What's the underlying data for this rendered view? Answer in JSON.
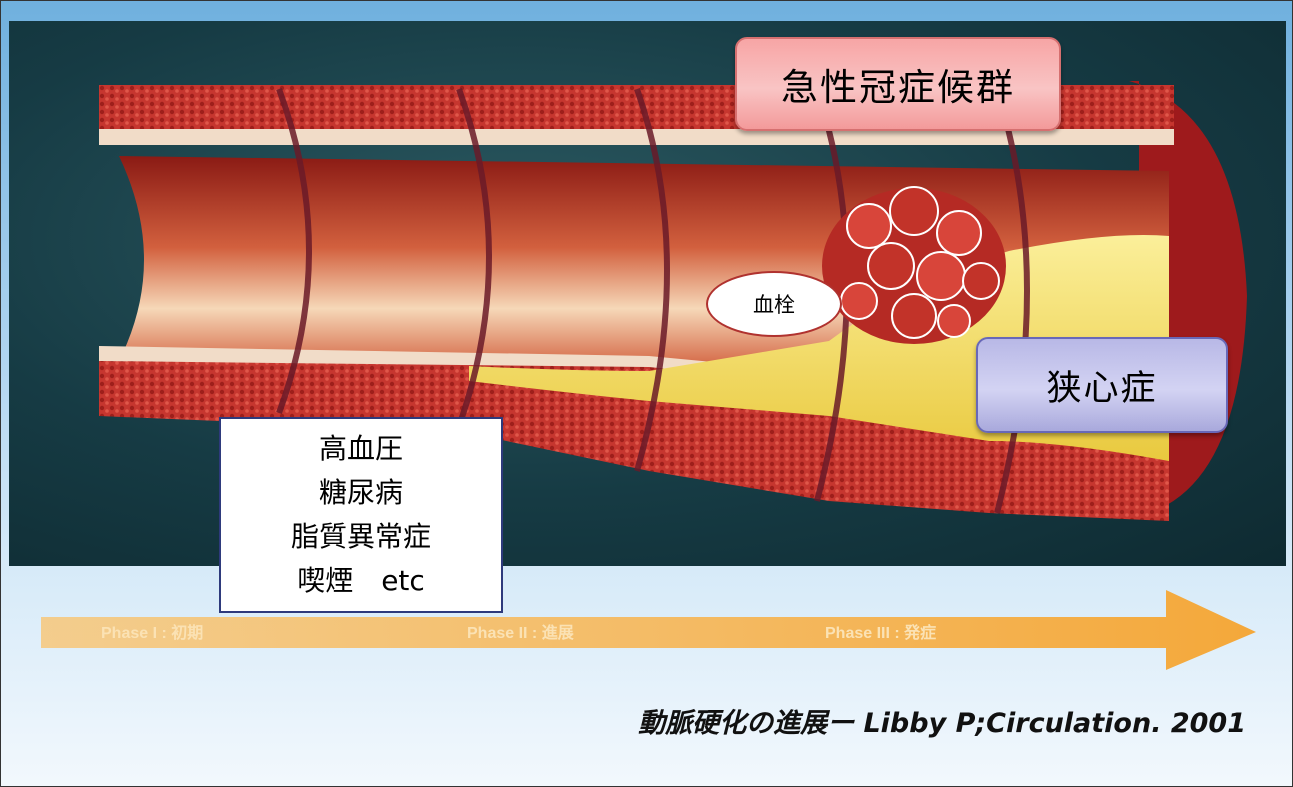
{
  "labels": {
    "acs": "急性冠症候群",
    "angina": "狭心症",
    "thrombus": "血栓"
  },
  "risk_factors": [
    "高血圧",
    "糖尿病",
    "脂質異常症",
    "喫煙　etc"
  ],
  "phases": [
    "Phase I : 初期",
    "Phase II : 進展",
    "Phase III : 発症"
  ],
  "citation": "動脈硬化の進展ー Libby P;Circulation. 2001",
  "colors": {
    "arrow": "#f6b94f",
    "vessel_wall": "#c0302b",
    "plaque": "#f2dc5c",
    "background_dark": "#163b44"
  }
}
